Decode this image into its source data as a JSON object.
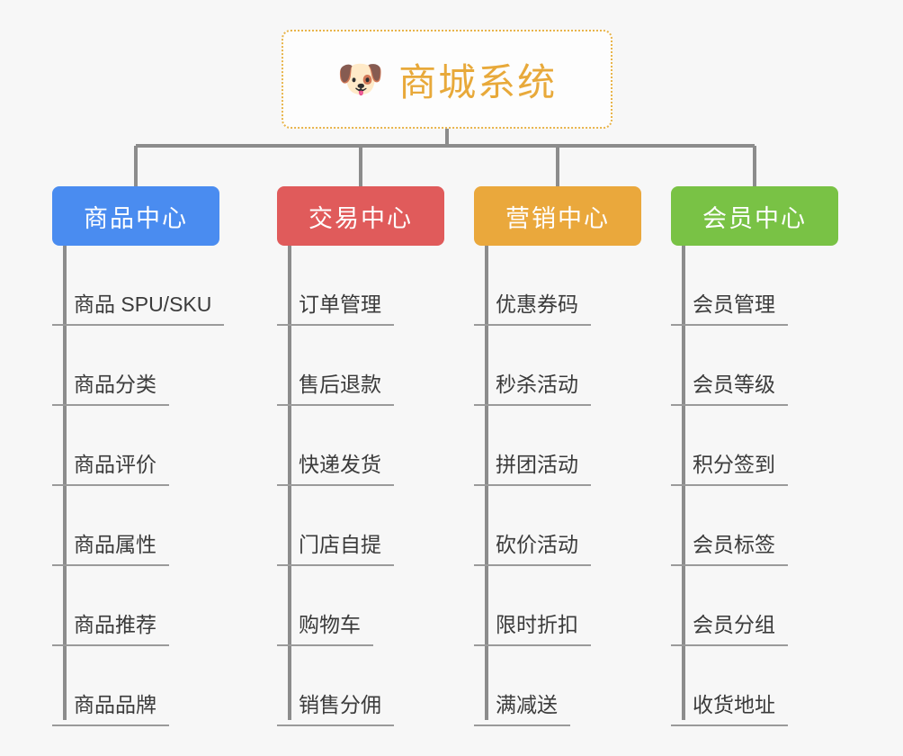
{
  "background_color": "#f7f7f7",
  "root": {
    "icon": "dog-face-icon",
    "icon_glyph": "🐶",
    "title": "商城系统",
    "text_color": "#e8a93a",
    "border_color": "#e8b44a",
    "background": "#fdfdfd"
  },
  "line_color": "#8c8c8c",
  "columns": [
    {
      "id": "product-center",
      "label": "商品中心",
      "color": "#4a8cf0",
      "items": [
        "商品 SPU/SKU",
        "商品分类",
        "商品评价",
        "商品属性",
        "商品推荐",
        "商品品牌"
      ]
    },
    {
      "id": "trade-center",
      "label": "交易中心",
      "color": "#e05b5b",
      "items": [
        "订单管理",
        "售后退款",
        "快递发货",
        "门店自提",
        "购物车",
        "销售分佣"
      ]
    },
    {
      "id": "marketing-center",
      "label": "营销中心",
      "color": "#eaa83c",
      "items": [
        "优惠券码",
        "秒杀活动",
        "拼团活动",
        "砍价活动",
        "限时折扣",
        "满减送"
      ]
    },
    {
      "id": "member-center",
      "label": "会员中心",
      "color": "#79c245",
      "items": [
        "会员管理",
        "会员等级",
        "积分签到",
        "会员标签",
        "会员分组",
        "收货地址"
      ]
    }
  ]
}
